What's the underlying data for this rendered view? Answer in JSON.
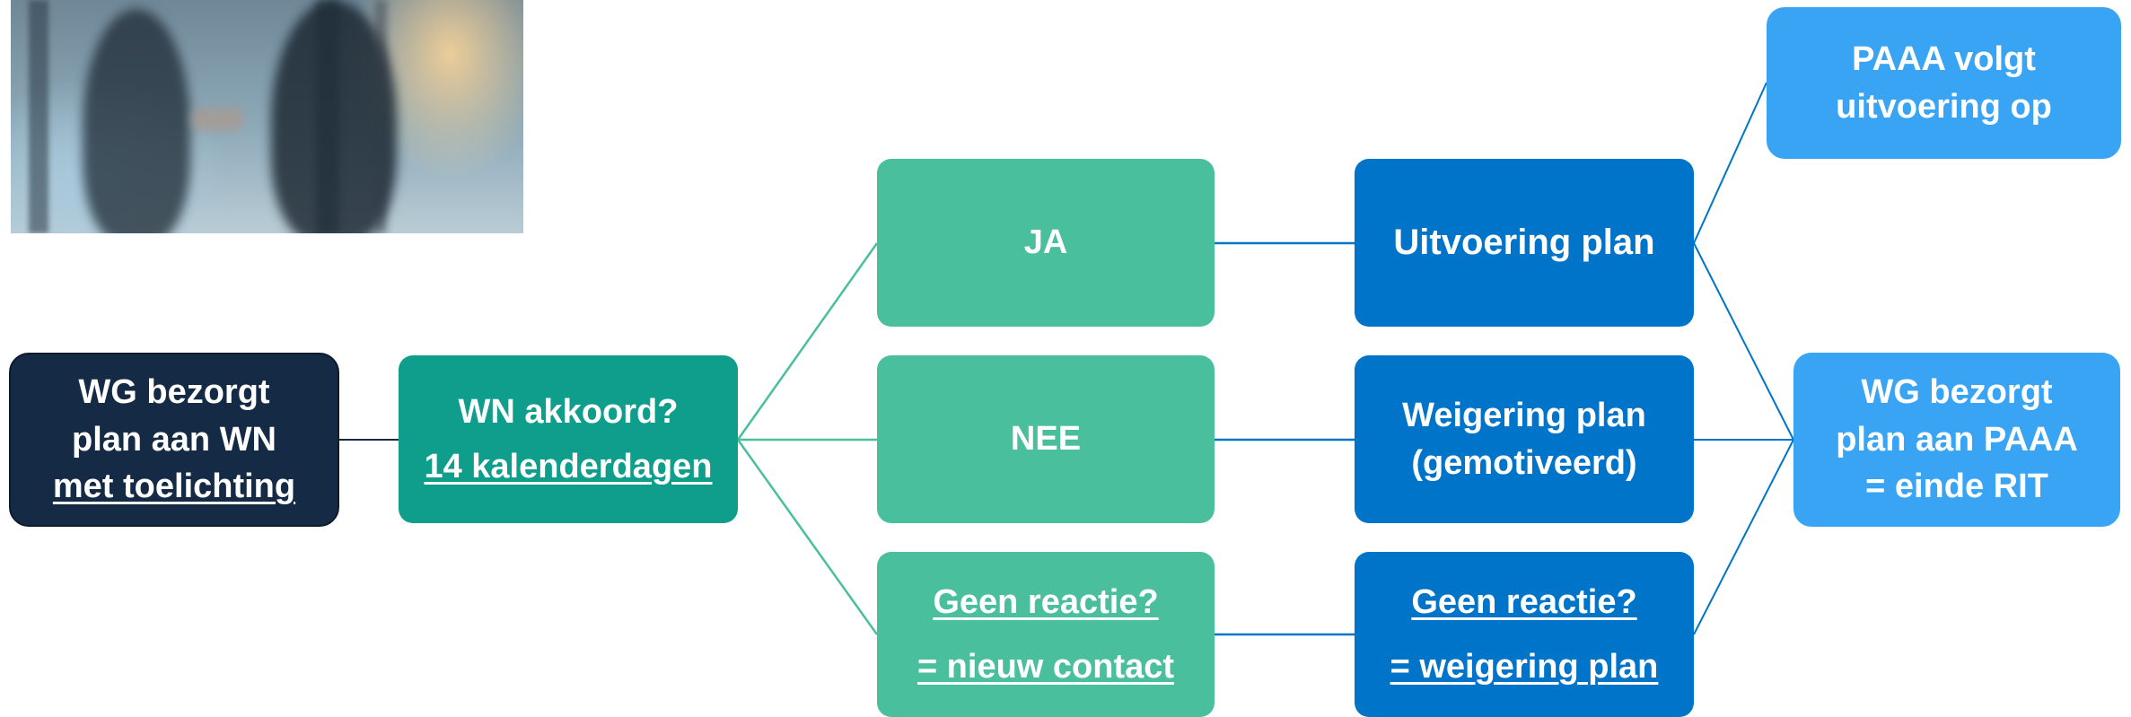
{
  "colors": {
    "navy": "#152b45",
    "teal": "#0f9e8c",
    "mint": "#49bf9d",
    "blue": "#0074c8",
    "sky": "#3aa4f4",
    "connector_green": "#49bf9d",
    "connector_blue": "#0074c8"
  },
  "image": {
    "icon": "handshake-photo"
  },
  "flow": {
    "start": {
      "line1": "WG bezorgt",
      "line2": "plan aan WN",
      "line3": "met toelichting"
    },
    "akkoord": {
      "line1": "WN akkoord?",
      "line2": "14 kalenderdagen"
    },
    "ja": {
      "label": "JA"
    },
    "nee": {
      "label": "NEE"
    },
    "geen_reactie": {
      "line1": "Geen reactie?",
      "line2": "= nieuw contact"
    },
    "uitvoering": {
      "label": "Uitvoering plan"
    },
    "weigering": {
      "line1": "Weigering plan",
      "line2": "(gemotiveerd)"
    },
    "weigering_plan": {
      "line1": "Geen reactie?",
      "line2": "= weigering  plan"
    },
    "paaa_volgt": {
      "line1": "PAAA volgt",
      "line2": "uitvoering op"
    },
    "einde": {
      "line1": "WG bezorgt",
      "line2": "plan aan PAAA",
      "line3": "= einde RIT"
    }
  }
}
